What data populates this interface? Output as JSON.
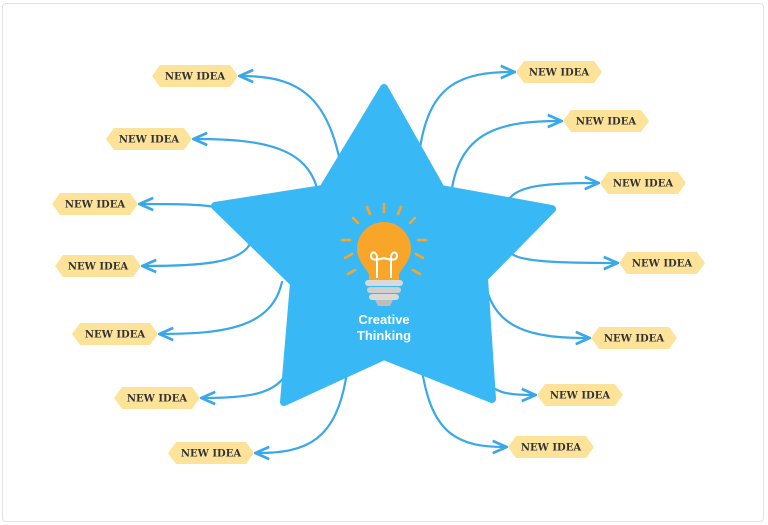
{
  "center": {
    "line1": "Creative",
    "line2": "Thinking"
  },
  "ideas_left": [
    "NEW IDEA",
    "NEW IDEA",
    "NEW IDEA",
    "NEW IDEA",
    "NEW IDEA",
    "NEW IDEA",
    "NEW IDEA"
  ],
  "ideas_right": [
    "NEW IDEA",
    "NEW IDEA",
    "NEW IDEA",
    "NEW IDEA",
    "NEW IDEA",
    "NEW IDEA",
    "NEW IDEA"
  ],
  "colors": {
    "star": "#38b8f5",
    "connector": "#3aa8e8",
    "idea_fill": "#fde39a",
    "bulb": "#f8a62a",
    "rays": "#f8a62a"
  },
  "icons": {
    "center_icon": "lightbulb-icon",
    "connector_end": "arrow-head-icon"
  }
}
